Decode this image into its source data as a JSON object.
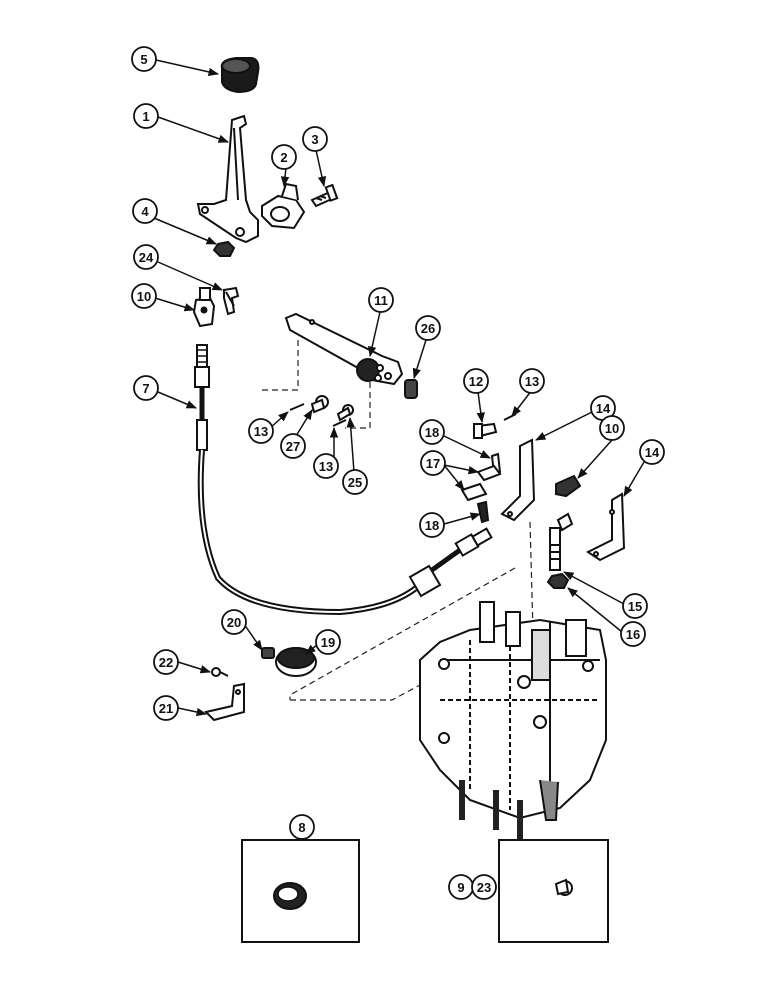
{
  "diagram": {
    "callouts": {
      "c1": "1",
      "c2": "2",
      "c3": "3",
      "c4": "4",
      "c5": "5",
      "c7": "7",
      "c8": "8",
      "c9": "9",
      "c10a": "10",
      "c10b": "10",
      "c11": "11",
      "c12": "12",
      "c13a": "13",
      "c13b": "13",
      "c13c": "13",
      "c14a": "14",
      "c14b": "14",
      "c15": "15",
      "c16": "16",
      "c17": "17",
      "c18a": "18",
      "c18b": "18",
      "c19": "19",
      "c20": "20",
      "c21": "21",
      "c22": "22",
      "c23": "23",
      "c24": "24",
      "c25": "25",
      "c26": "26",
      "c27": "27"
    }
  }
}
